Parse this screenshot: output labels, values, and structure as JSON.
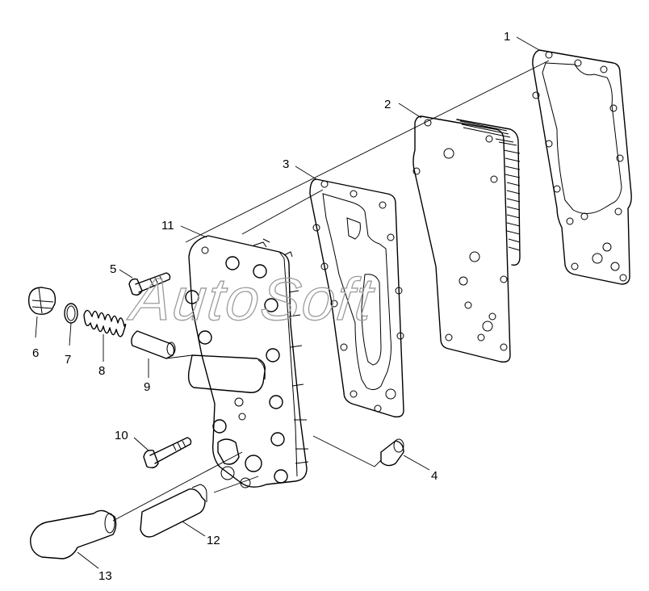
{
  "watermark": "AutoSoft",
  "callouts": [
    {
      "id": "1",
      "label": "1"
    },
    {
      "id": "2",
      "label": "2"
    },
    {
      "id": "3",
      "label": "3"
    },
    {
      "id": "4",
      "label": "4"
    },
    {
      "id": "5",
      "label": "5"
    },
    {
      "id": "6",
      "label": "6"
    },
    {
      "id": "7",
      "label": "7"
    },
    {
      "id": "8",
      "label": "8"
    },
    {
      "id": "9",
      "label": "9"
    },
    {
      "id": "10",
      "label": "10"
    },
    {
      "id": "11",
      "label": "11"
    },
    {
      "id": "12",
      "label": "12"
    },
    {
      "id": "13",
      "label": "13"
    }
  ]
}
